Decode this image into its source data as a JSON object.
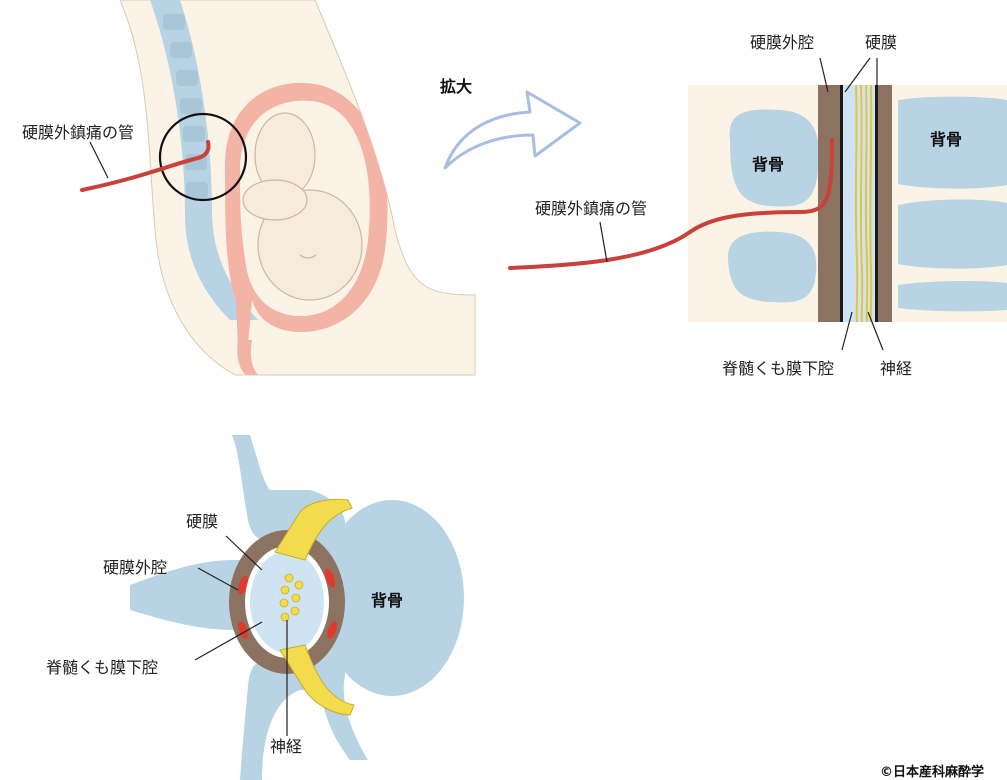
{
  "top_left": {
    "catheter_label": "硬膜外鎮痛の管"
  },
  "magnify": {
    "label": "拡大"
  },
  "top_right": {
    "epidural_space_label": "硬膜外腔",
    "dura_label": "硬膜",
    "vertebra_left_label": "背骨",
    "vertebra_right_label": "背骨",
    "catheter_label": "硬膜外鎮痛の管",
    "subarachnoid_label": "脊髄くも膜下腔",
    "nerve_label": "神経"
  },
  "cross_section": {
    "dura_label": "硬膜",
    "epidural_space_label": "硬膜外腔",
    "subarachnoid_label": "脊髄くも膜下腔",
    "vertebra_label": "背骨",
    "nerve_label": "神経"
  },
  "credit": {
    "text": "©日本産科麻酔学"
  },
  "colors": {
    "skin": "#fbf3e6",
    "bone": "#b8d3e3",
    "uterus": "#f3b4a6",
    "catheter": "#c8413a",
    "epidural": "#8c7260",
    "nerve": "#f2dc4e",
    "arrow": "#a9bde0"
  }
}
